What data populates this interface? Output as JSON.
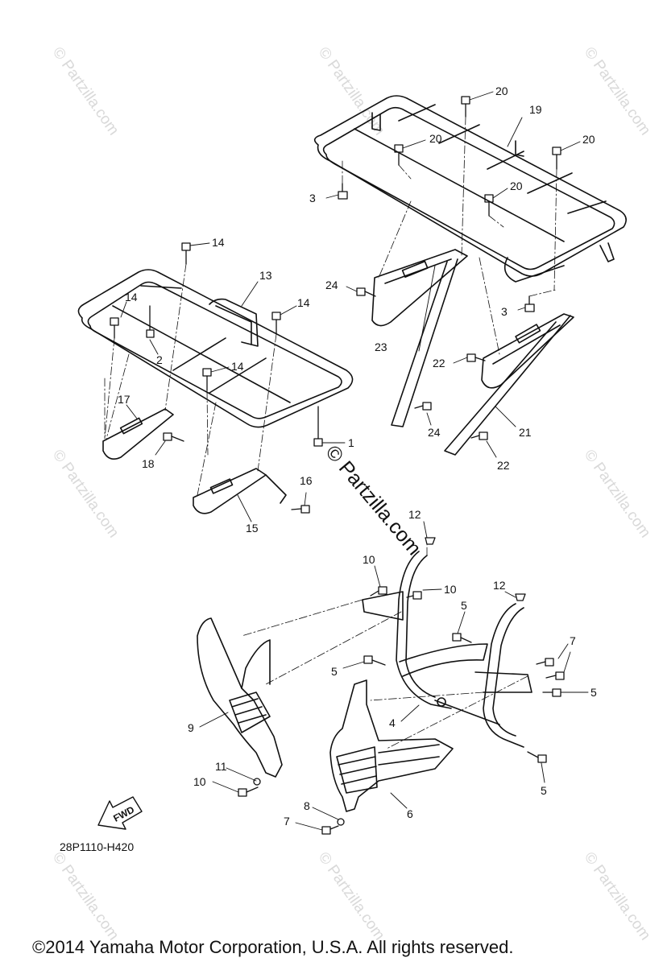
{
  "callouts": [
    "1",
    "2",
    "3",
    "3",
    "4",
    "5",
    "5",
    "5",
    "5",
    "6",
    "7",
    "7",
    "8",
    "9",
    "10",
    "10",
    "10",
    "11",
    "12",
    "12",
    "13",
    "14",
    "14",
    "14",
    "14",
    "15",
    "16",
    "17",
    "18",
    "19",
    "20",
    "20",
    "20",
    "20",
    "21",
    "22",
    "22",
    "23",
    "24",
    "24"
  ],
  "diagram_code": "28P1110-H420",
  "fwd_label": "FWD",
  "watermark": "© Partzilla.com",
  "center_watermark": "© Partzilla.com",
  "copyright": "©2014  Yamaha Motor Corporation, U.S.A. All rights reserved."
}
